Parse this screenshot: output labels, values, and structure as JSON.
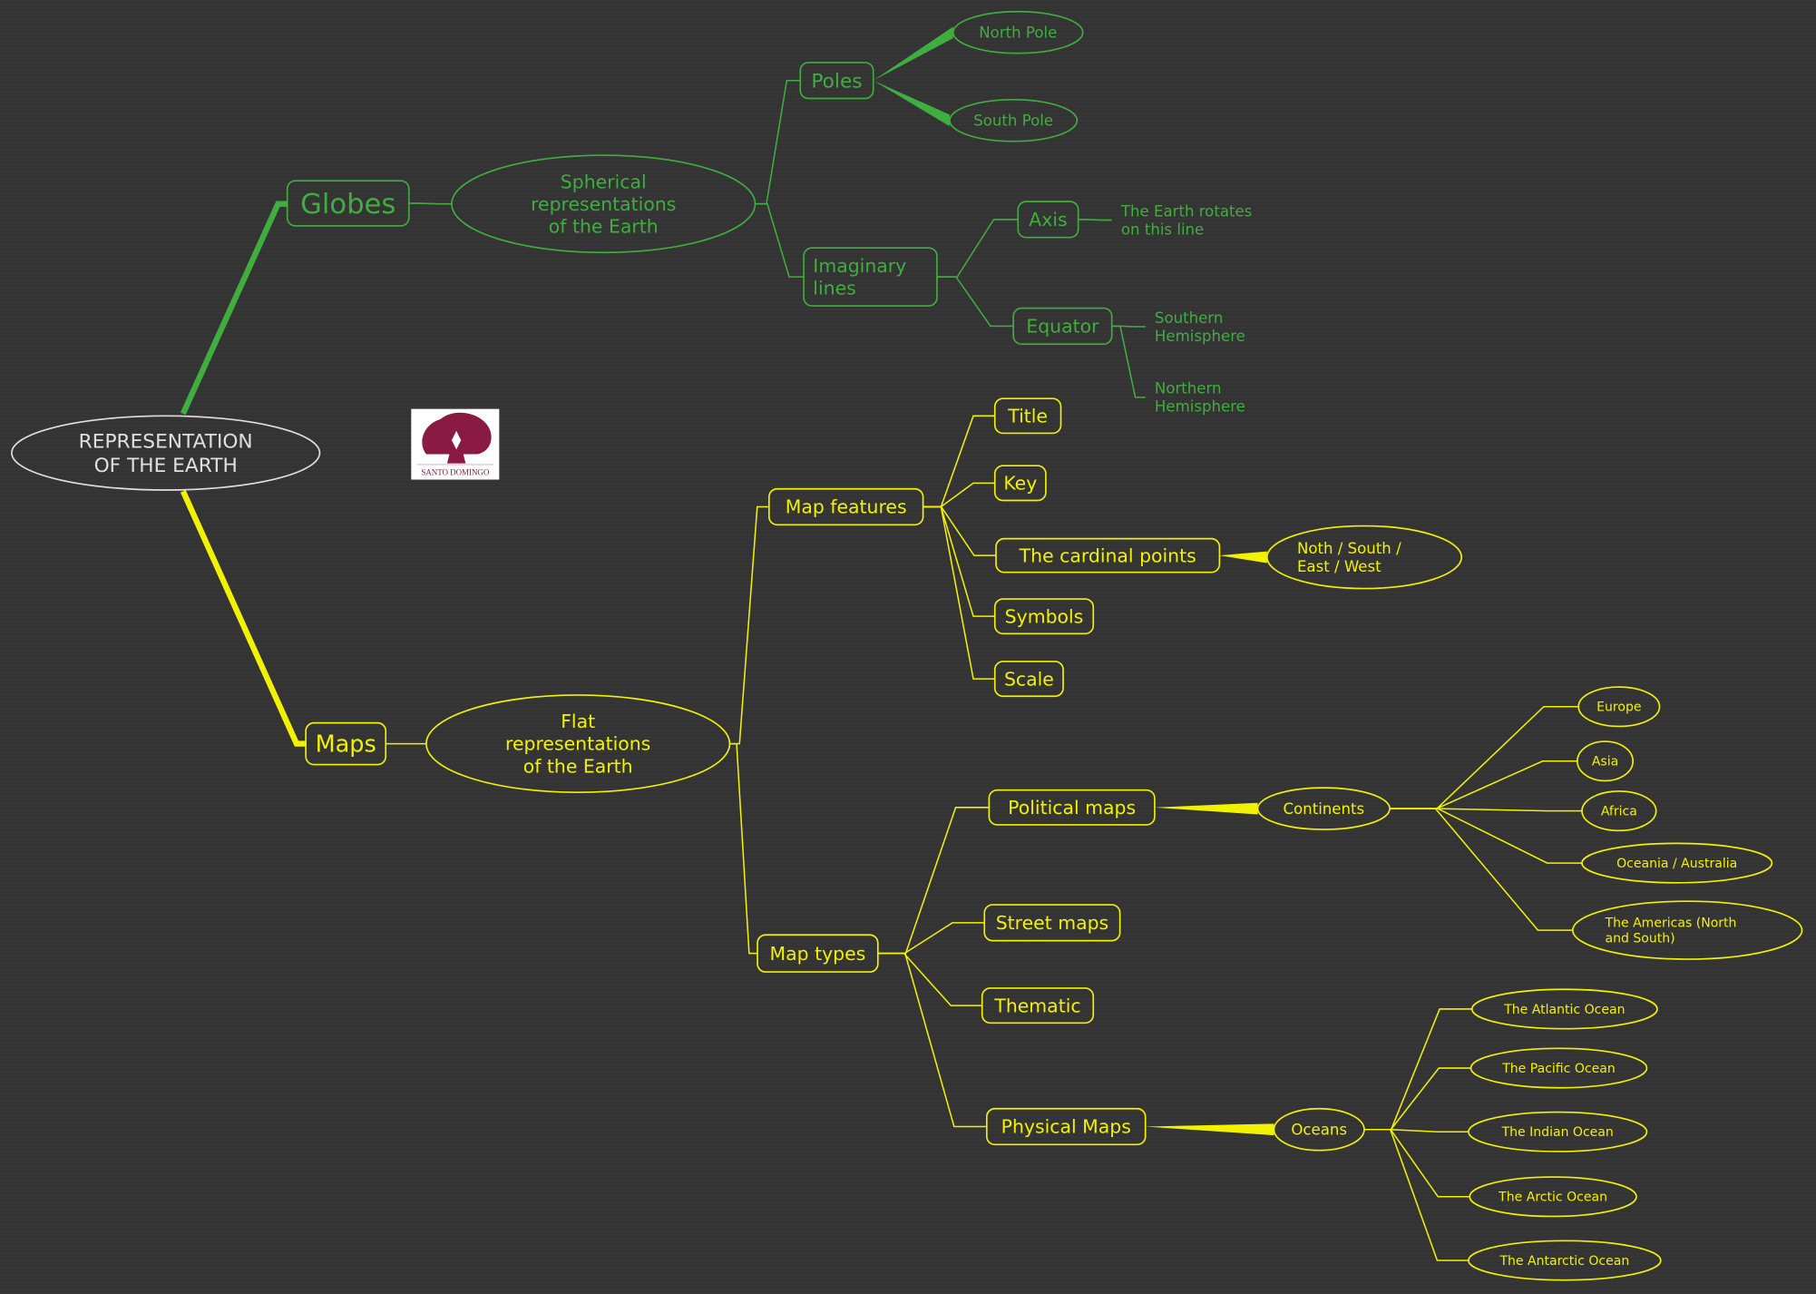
{
  "colors": {
    "globes": "#3fae3f",
    "maps": "#f2f200",
    "root": "#e0e0e0",
    "logo": "#8a1a42"
  },
  "logo": {
    "text": "SANTO DOMINGO"
  },
  "nodes": {
    "root": [
      "REPRESENTATION",
      "OF THE EARTH"
    ],
    "globes": [
      "Globes"
    ],
    "spherical": [
      "Spherical",
      "representations",
      "of the Earth"
    ],
    "poles": [
      "Poles"
    ],
    "north_pole": [
      "North Pole"
    ],
    "south_pole": [
      "South Pole"
    ],
    "imaginary": [
      "Imaginary",
      "lines"
    ],
    "axis": [
      "Axis"
    ],
    "axis_note": [
      "The Earth rotates",
      "on this line"
    ],
    "equator": [
      "Equator"
    ],
    "southern": [
      "Southern",
      "Hemisphere"
    ],
    "northern": [
      "Northern",
      "Hemisphere"
    ],
    "maps": [
      "Maps"
    ],
    "flat": [
      "Flat",
      "representations",
      "of the Earth"
    ],
    "map_features": [
      "Map features"
    ],
    "title": [
      "Title"
    ],
    "key": [
      "Key"
    ],
    "cardinal": [
      "The cardinal points"
    ],
    "cardinal_list": [
      "Noth / South /",
      "East / West"
    ],
    "symbols": [
      "Symbols"
    ],
    "scale": [
      "Scale"
    ],
    "map_types": [
      "Map types"
    ],
    "political": [
      "Political maps"
    ],
    "continents": [
      "Continents"
    ],
    "europe": [
      "Europe"
    ],
    "asia": [
      "Asia"
    ],
    "africa": [
      "Africa"
    ],
    "oceania": [
      "Oceania / Australia"
    ],
    "americas": [
      "The Americas (North",
      "and South)"
    ],
    "street": [
      "Street maps"
    ],
    "thematic": [
      "Thematic"
    ],
    "physical": [
      "Physical Maps"
    ],
    "oceans": [
      "Oceans"
    ],
    "atlantic": [
      "The Atlantic Ocean"
    ],
    "pacific": [
      "The Pacific Ocean"
    ],
    "indian": [
      "The Indian Ocean"
    ],
    "arctic": [
      "The Arctic Ocean"
    ],
    "antarctic": [
      "The Antarctic Ocean"
    ]
  }
}
